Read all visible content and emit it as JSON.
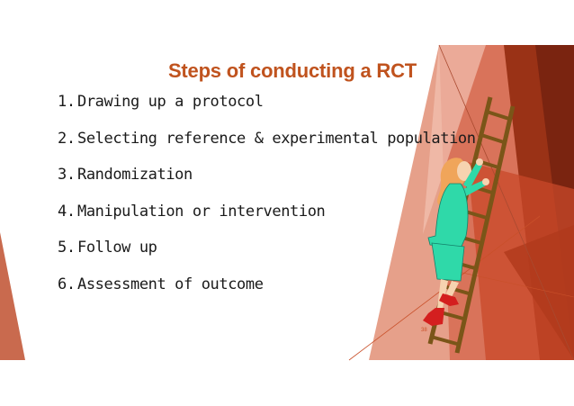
{
  "slide": {
    "title": "Steps of conducting a RCT",
    "steps": [
      {
        "number": "1.",
        "text": "Drawing up a protocol"
      },
      {
        "number": "2.",
        "text": "Selecting reference & experimental population"
      },
      {
        "number": "3.",
        "text": "Randomization"
      },
      {
        "number": "4.",
        "text": "Manipulation or intervention"
      },
      {
        "number": "5.",
        "text": "Follow up"
      },
      {
        "number": "6.",
        "text": "Assessment of outcome"
      }
    ],
    "page_number": "38"
  },
  "colors": {
    "title": "#c0531e",
    "accent_dark": "#8a2a12",
    "accent_mid": "#c9502a",
    "accent_light": "#e58a6a",
    "ladder": "#7a5518",
    "suit": "#2fd9a9",
    "hair": "#f0a55a",
    "shoes": "#d41f1f"
  },
  "icons": {
    "illustration": "woman-climbing-ladder-icon"
  }
}
